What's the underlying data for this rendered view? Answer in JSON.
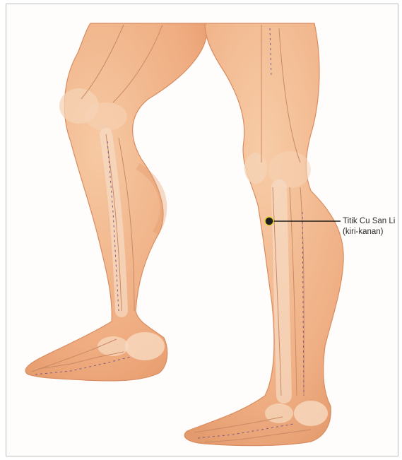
{
  "annotation": {
    "line1": "Titik Cu San Li",
    "line2": "(kiri-kanan)"
  },
  "colors": {
    "skin": "#f2b58c",
    "skin_shadow": "#dd9068",
    "bone": "#f7d9bf",
    "marker": "#1f1f1f",
    "marker_ring": "#e8d23a"
  },
  "content": {
    "illustration": "anatomical drawing of two legs with skeleton overlay"
  }
}
